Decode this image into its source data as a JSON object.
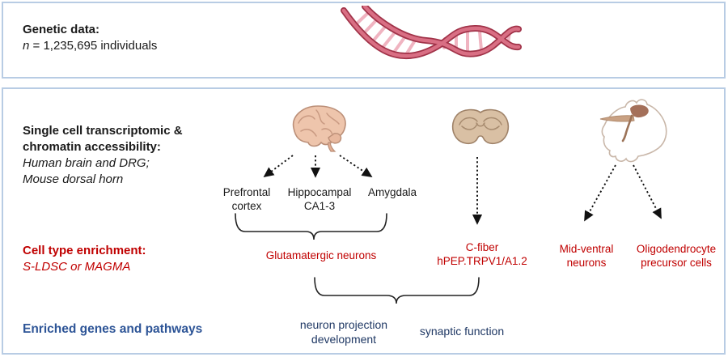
{
  "colors": {
    "panel_border": "#b8cce4",
    "red_accent": "#c00000",
    "blue_header": "#2e5597",
    "navy_labels": "#1f3864",
    "text": "#1a1a1a"
  },
  "genetic_panel": {
    "title": "Genetic data:",
    "n_italic": "n",
    "n_text": " = 1,235,695 individuals"
  },
  "analysis_panel": {
    "header": {
      "bold_line1": "Single cell transcriptomic &",
      "bold_line2": "chromatin accessibility:",
      "italic_line1": "Human brain and DRG;",
      "italic_line2": "Mouse dorsal horn"
    },
    "brain_regions": {
      "prefrontal_line1": "Prefrontal",
      "prefrontal_line2": "cortex",
      "hippocampal_line1": "Hippocampal",
      "hippocampal_line2": "CA1-3",
      "amygdala": "Amygdala"
    },
    "enrichment": {
      "title": "Cell type enrichment:",
      "method": "S-LDSC or MAGMA",
      "glutamatergic": "Glutamatergic neurons",
      "cfiber_line1": "C-fiber",
      "cfiber_line2": "hPEP.TRPV1/A1.2",
      "midventral_line1": "Mid-ventral",
      "midventral_line2": "neurons",
      "opc_line1": "Oligodendrocyte",
      "opc_line2": "precursor cells"
    },
    "pathways": {
      "title": "Enriched genes and pathways",
      "item1_line1": "neuron projection",
      "item1_line2": "development",
      "item2": "synaptic function"
    }
  },
  "icons": {
    "dna": "dna-double-helix-icon",
    "human_brain": "human-brain-icon",
    "brain_slice": "coronal-brain-slice-icon",
    "mouse": "mouse-with-spinal-cord-icon"
  }
}
